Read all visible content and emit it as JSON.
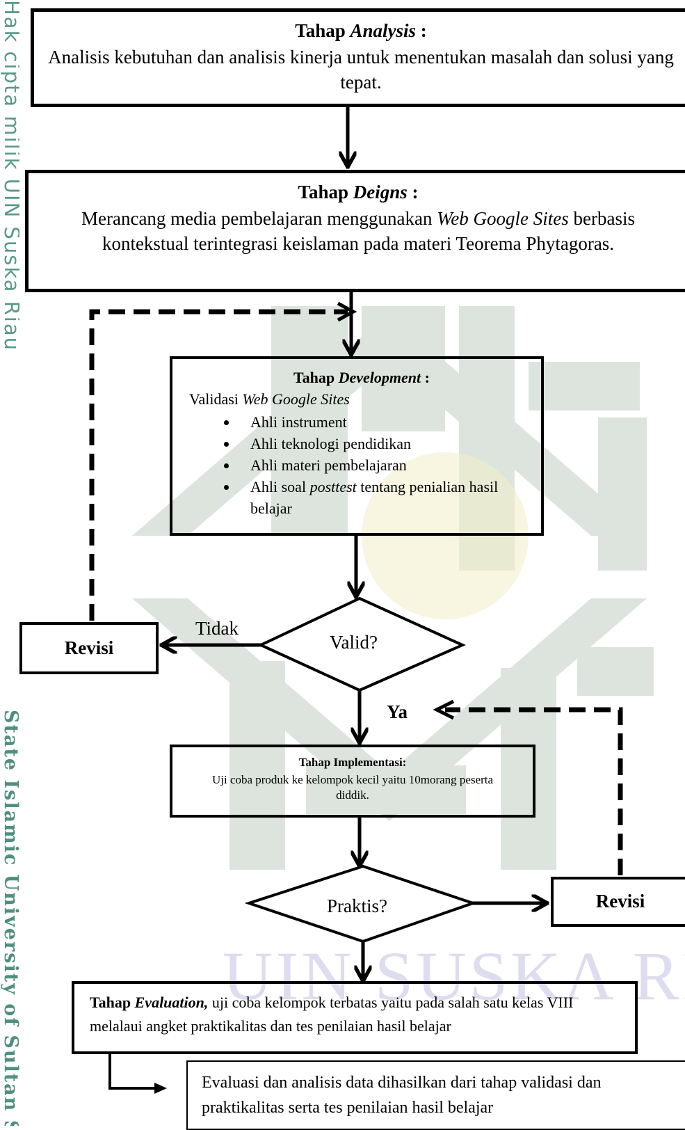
{
  "watermark": {
    "side_top": "Hak cipta milik UIN Suska Riau",
    "side_bottom": "State Islamic University of Sultan S",
    "bottom_text": "UIN SUSKA RIA"
  },
  "analysis": {
    "title_prefix": "Tahap ",
    "title_emph": "Analysis",
    "title_suffix": " :",
    "body": "Analisis kebutuhan dan analisis kinerja untuk menentukan masalah dan solusi yang tepat."
  },
  "design": {
    "title_prefix": "Tahap ",
    "title_emph": "Deigns",
    "title_suffix": " :",
    "body_1": "Merancang media pembelajaran menggunakan ",
    "body_emph": "Web Google Sites",
    "body_2": " berbasis kontekstual terintegrasi keislaman pada materi Teorema Phytagoras."
  },
  "development": {
    "title_prefix": "Tahap ",
    "title_emph": "Development",
    "title_suffix": " :",
    "validation_prefix": "Validasi ",
    "validation_emph": "Web Google Sites",
    "items": {
      "i1": "Ahli instrument",
      "i2": "Ahli teknologi pendidikan",
      "i3": "Ahli materi pembelajaran",
      "i4_prefix": "Ahli soal ",
      "i4_emph": "posttest",
      "i4_suffix": " tentang penialian hasil belajar"
    }
  },
  "decision_valid": {
    "label": "Valid?",
    "no_label": "Tidak",
    "yes_label": "Ya"
  },
  "revisi_left": {
    "label": "Revisi"
  },
  "implementation": {
    "title": "Tahap Implementasi:",
    "body": "Uji coba produk ke kelompok kecil yaitu 10morang peserta diddik."
  },
  "decision_practical": {
    "label": "Praktis?"
  },
  "revisi_right": {
    "label": "Revisi"
  },
  "evaluation": {
    "title_prefix": "Tahap ",
    "title_emph": "Evaluation,",
    "body": " uji coba kelompok terbatas yaitu pada salah satu kelas VIII melalaui angket praktikalitas dan tes penilaian hasil belajar"
  },
  "final": {
    "body": "Evaluasi dan analisis data dihasilkan dari tahap validasi dan praktikalitas serta tes penilaian hasil belajar"
  },
  "colors": {
    "line": "#000000",
    "watermark_side": "#5a9a87",
    "watermark_shape": "#cfd8cf"
  }
}
